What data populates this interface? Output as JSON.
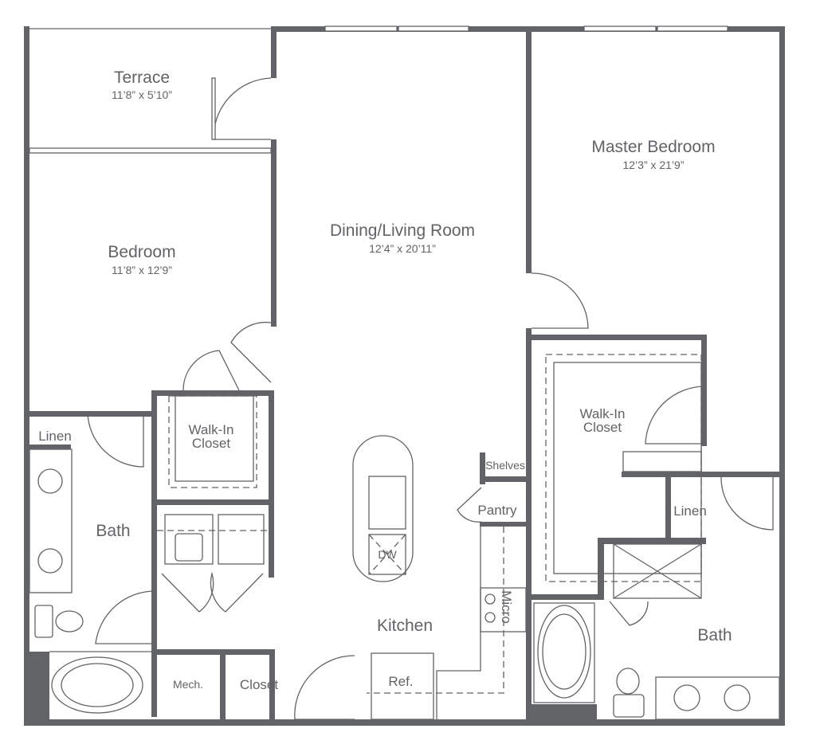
{
  "rooms": {
    "terrace": {
      "name": "Terrace",
      "dims": "11’8” x 5’10”"
    },
    "bedroom": {
      "name": "Bedroom",
      "dims": "11’8” x 12’9”"
    },
    "living": {
      "name": "Dining/Living Room",
      "dims": "12’4” x 20’11”"
    },
    "master": {
      "name": "Master Bedroom",
      "dims": "12’3” x 21’9”"
    },
    "walkin1": {
      "line1": "Walk-In",
      "line2": "Closet"
    },
    "walkin2": {
      "line1": "Walk-In",
      "line2": "Closet"
    },
    "linen1": "Linen",
    "linen2": "Linen",
    "bath1": "Bath",
    "bath2": "Bath",
    "kitchen": "Kitchen",
    "shelves": "Shelves",
    "pantry": "Pantry",
    "micro": "Micro",
    "ref": "Ref.",
    "dw": "DW",
    "mech": "Mech.",
    "closet": "Closet"
  },
  "colors": {
    "wall": "#626366"
  }
}
